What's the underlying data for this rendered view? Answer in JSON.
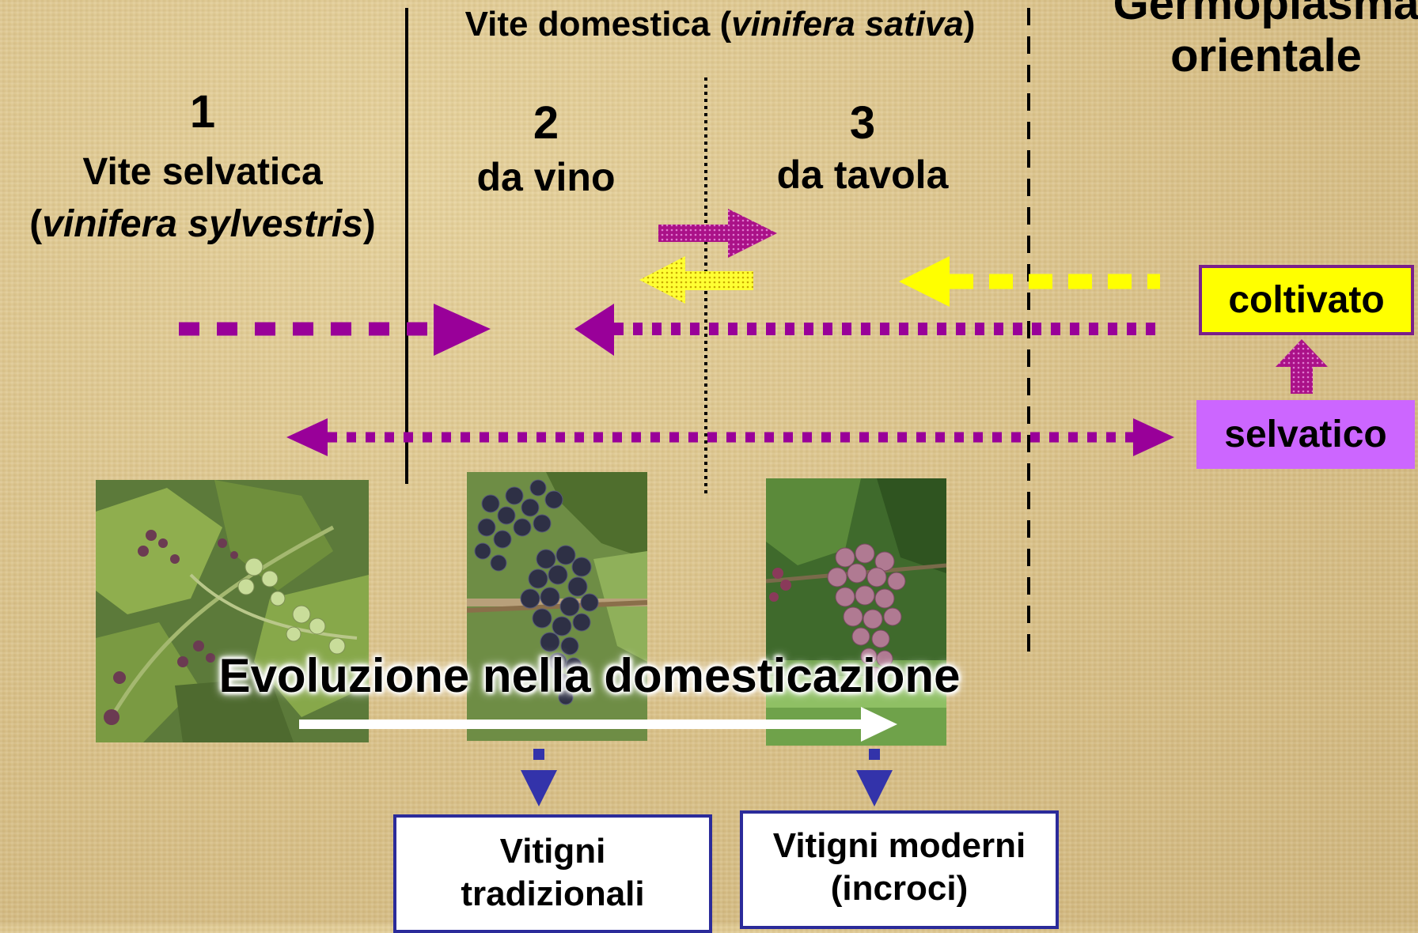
{
  "header": {
    "domestic_prefix": "Vite domestica (",
    "domestic_italic": "vinifera sativa",
    "domestic_suffix": ")",
    "oriental_line1": "Germoplasma",
    "oriental_line2": "orientale"
  },
  "columns": [
    {
      "number": "1",
      "title": "Vite selvatica",
      "sub_prefix": "(",
      "sub_italic": "vinifera sylvestris",
      "sub_suffix": ")"
    },
    {
      "number": "2",
      "title": "da vino"
    },
    {
      "number": "3",
      "title": "da tavola"
    }
  ],
  "tags": {
    "cultivated": "coltivato",
    "wild": "selvatico"
  },
  "evolution_label": "Evoluzione nella domesticazione",
  "boxes": {
    "traditional_line1": "Vitigni",
    "traditional_line2": "tradizionali",
    "modern_line1": "Vitigni moderni",
    "modern_line2": "(incroci)"
  },
  "colors": {
    "purple": "#990099",
    "yellow": "#ffff00",
    "blue": "#3333aa",
    "box_border": "#2b2b9a",
    "wild_tag": "#cc66ff"
  },
  "photos": [
    {
      "name": "wild-grape-photo"
    },
    {
      "name": "wine-grape-photo"
    },
    {
      "name": "table-grape-photo"
    }
  ]
}
